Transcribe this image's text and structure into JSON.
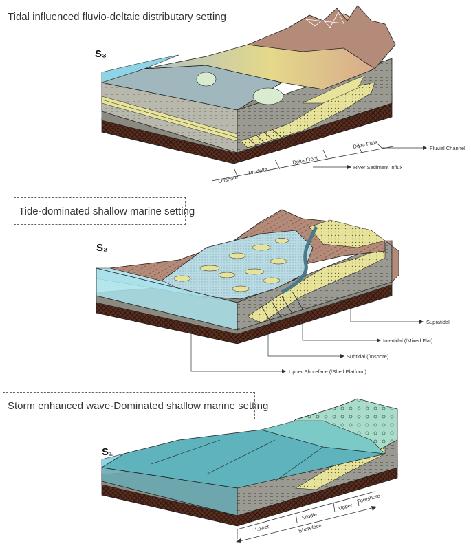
{
  "panels": {
    "s3": {
      "title": "Tidal influenced fluvio-deltaic distributary setting",
      "stage": "S₃",
      "zones": [
        "Offshore",
        "Prodelta",
        "Delta Front",
        "Delta Plain"
      ],
      "callouts": [
        "Fluvial Channel",
        "River Sediment Influx"
      ]
    },
    "s2": {
      "title": "Tide-dominated shallow marine setting",
      "stage": "S₂",
      "callouts": [
        "Supratidal",
        "Intertidal (/Mixed Flat)",
        "Subtidal (/Inshore)",
        "Upper Shoreface (/Shelf Platform)"
      ]
    },
    "s1": {
      "title": "Storm enhanced wave-Dominated shallow marine setting",
      "stage": "S₁",
      "zones": [
        "Lower",
        "Middle",
        "Upper",
        "Foreshore"
      ],
      "shoreface": "Shoreface"
    }
  },
  "colors": {
    "water": "#8fd3e6",
    "sea_s1": "#5fb3bd",
    "mud": "#8a8a80",
    "basement": "#5a2e1f",
    "sand": "#e7e39a",
    "mountain": "#b48a78",
    "flat": "#b9dbe3"
  }
}
